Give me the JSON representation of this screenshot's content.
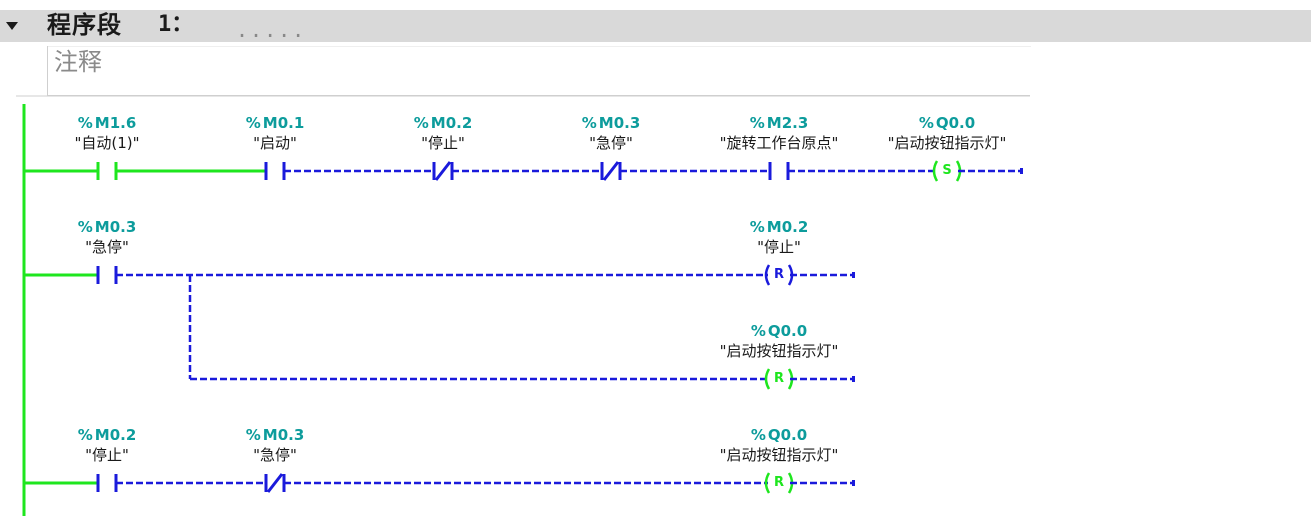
{
  "network": {
    "title": "程序段",
    "number": "1：",
    "dots": ".....",
    "comment": "注释"
  },
  "colors": {
    "powered": "#1ee61e",
    "unpowered": "#1a1adb",
    "address": "#0d9c9c",
    "header_bg": "#d9d9d9"
  },
  "rungs": [
    {
      "contacts": [
        {
          "address": "%M1.6",
          "symbol": "\"自动(1)\"",
          "type": "NO",
          "powered": true
        },
        {
          "address": "%M0.1",
          "symbol": "\"启动\"",
          "type": "NO",
          "powered": false
        },
        {
          "address": "%M0.2",
          "symbol": "\"停止\"",
          "type": "NC",
          "powered": false
        },
        {
          "address": "%M0.3",
          "symbol": "\"急停\"",
          "type": "NC",
          "powered": false
        },
        {
          "address": "%M2.3",
          "symbol": "\"旋转工作台原点\"",
          "type": "NO",
          "powered": false
        }
      ],
      "coil": {
        "address": "%Q0.0",
        "symbol": "\"启动按钮指示灯\"",
        "type": "S",
        "powered": true
      }
    },
    {
      "contacts": [
        {
          "address": "%M0.3",
          "symbol": "\"急停\"",
          "type": "NO",
          "powered": false
        }
      ],
      "coil": {
        "address": "%M0.2",
        "symbol": "\"停止\"",
        "type": "R",
        "powered": false
      },
      "branch_coil": {
        "address": "%Q0.0",
        "symbol": "\"启动按钮指示灯\"",
        "type": "R",
        "powered": true
      }
    },
    {
      "contacts": [
        {
          "address": "%M0.2",
          "symbol": "\"停止\"",
          "type": "NO",
          "powered": false
        },
        {
          "address": "%M0.3",
          "symbol": "\"急停\"",
          "type": "NC",
          "powered": false
        }
      ],
      "coil": {
        "address": "%Q0.0",
        "symbol": "\"启动按钮指示灯\"",
        "type": "R",
        "powered": true
      }
    }
  ]
}
